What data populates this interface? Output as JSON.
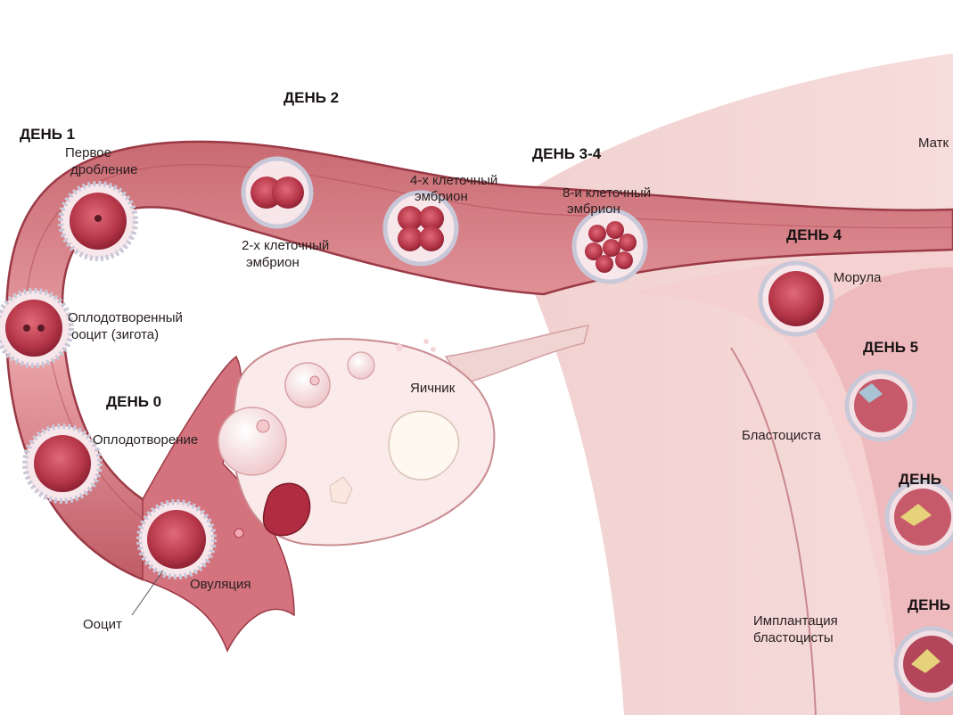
{
  "days": {
    "d0": "ДЕНЬ 0",
    "d1": "ДЕНЬ 1",
    "d2": "ДЕНЬ 2",
    "d34": "ДЕНЬ 3-4",
    "d4": "ДЕНЬ 4",
    "d5": "ДЕНЬ 5",
    "d6": "ДЕНЬ",
    "d7": "ДЕНЬ"
  },
  "labels": {
    "first_cleavage_1": "Первое",
    "first_cleavage_2": "дробление",
    "two_cell_1": "2-х клеточный",
    "two_cell_2": "эмбрион",
    "four_cell_1": "4-х клеточный",
    "four_cell_2": "эмбрион",
    "eight_cell_1": "8-и клеточный",
    "eight_cell_2": "эмбрион",
    "morula": "Морула",
    "zygote_1": "Оплодотворенный",
    "zygote_2": "ооцит  (зигота)",
    "ovary": "Яичник",
    "fertilization": "Оплодотворение",
    "blastocyst": "Бластоциста",
    "ovulation": "Овуляция",
    "oocyte": "Ооцит",
    "implantation_1": "Имплантация",
    "implantation_2": "бластоцисты",
    "uterus": "Матк"
  }
}
